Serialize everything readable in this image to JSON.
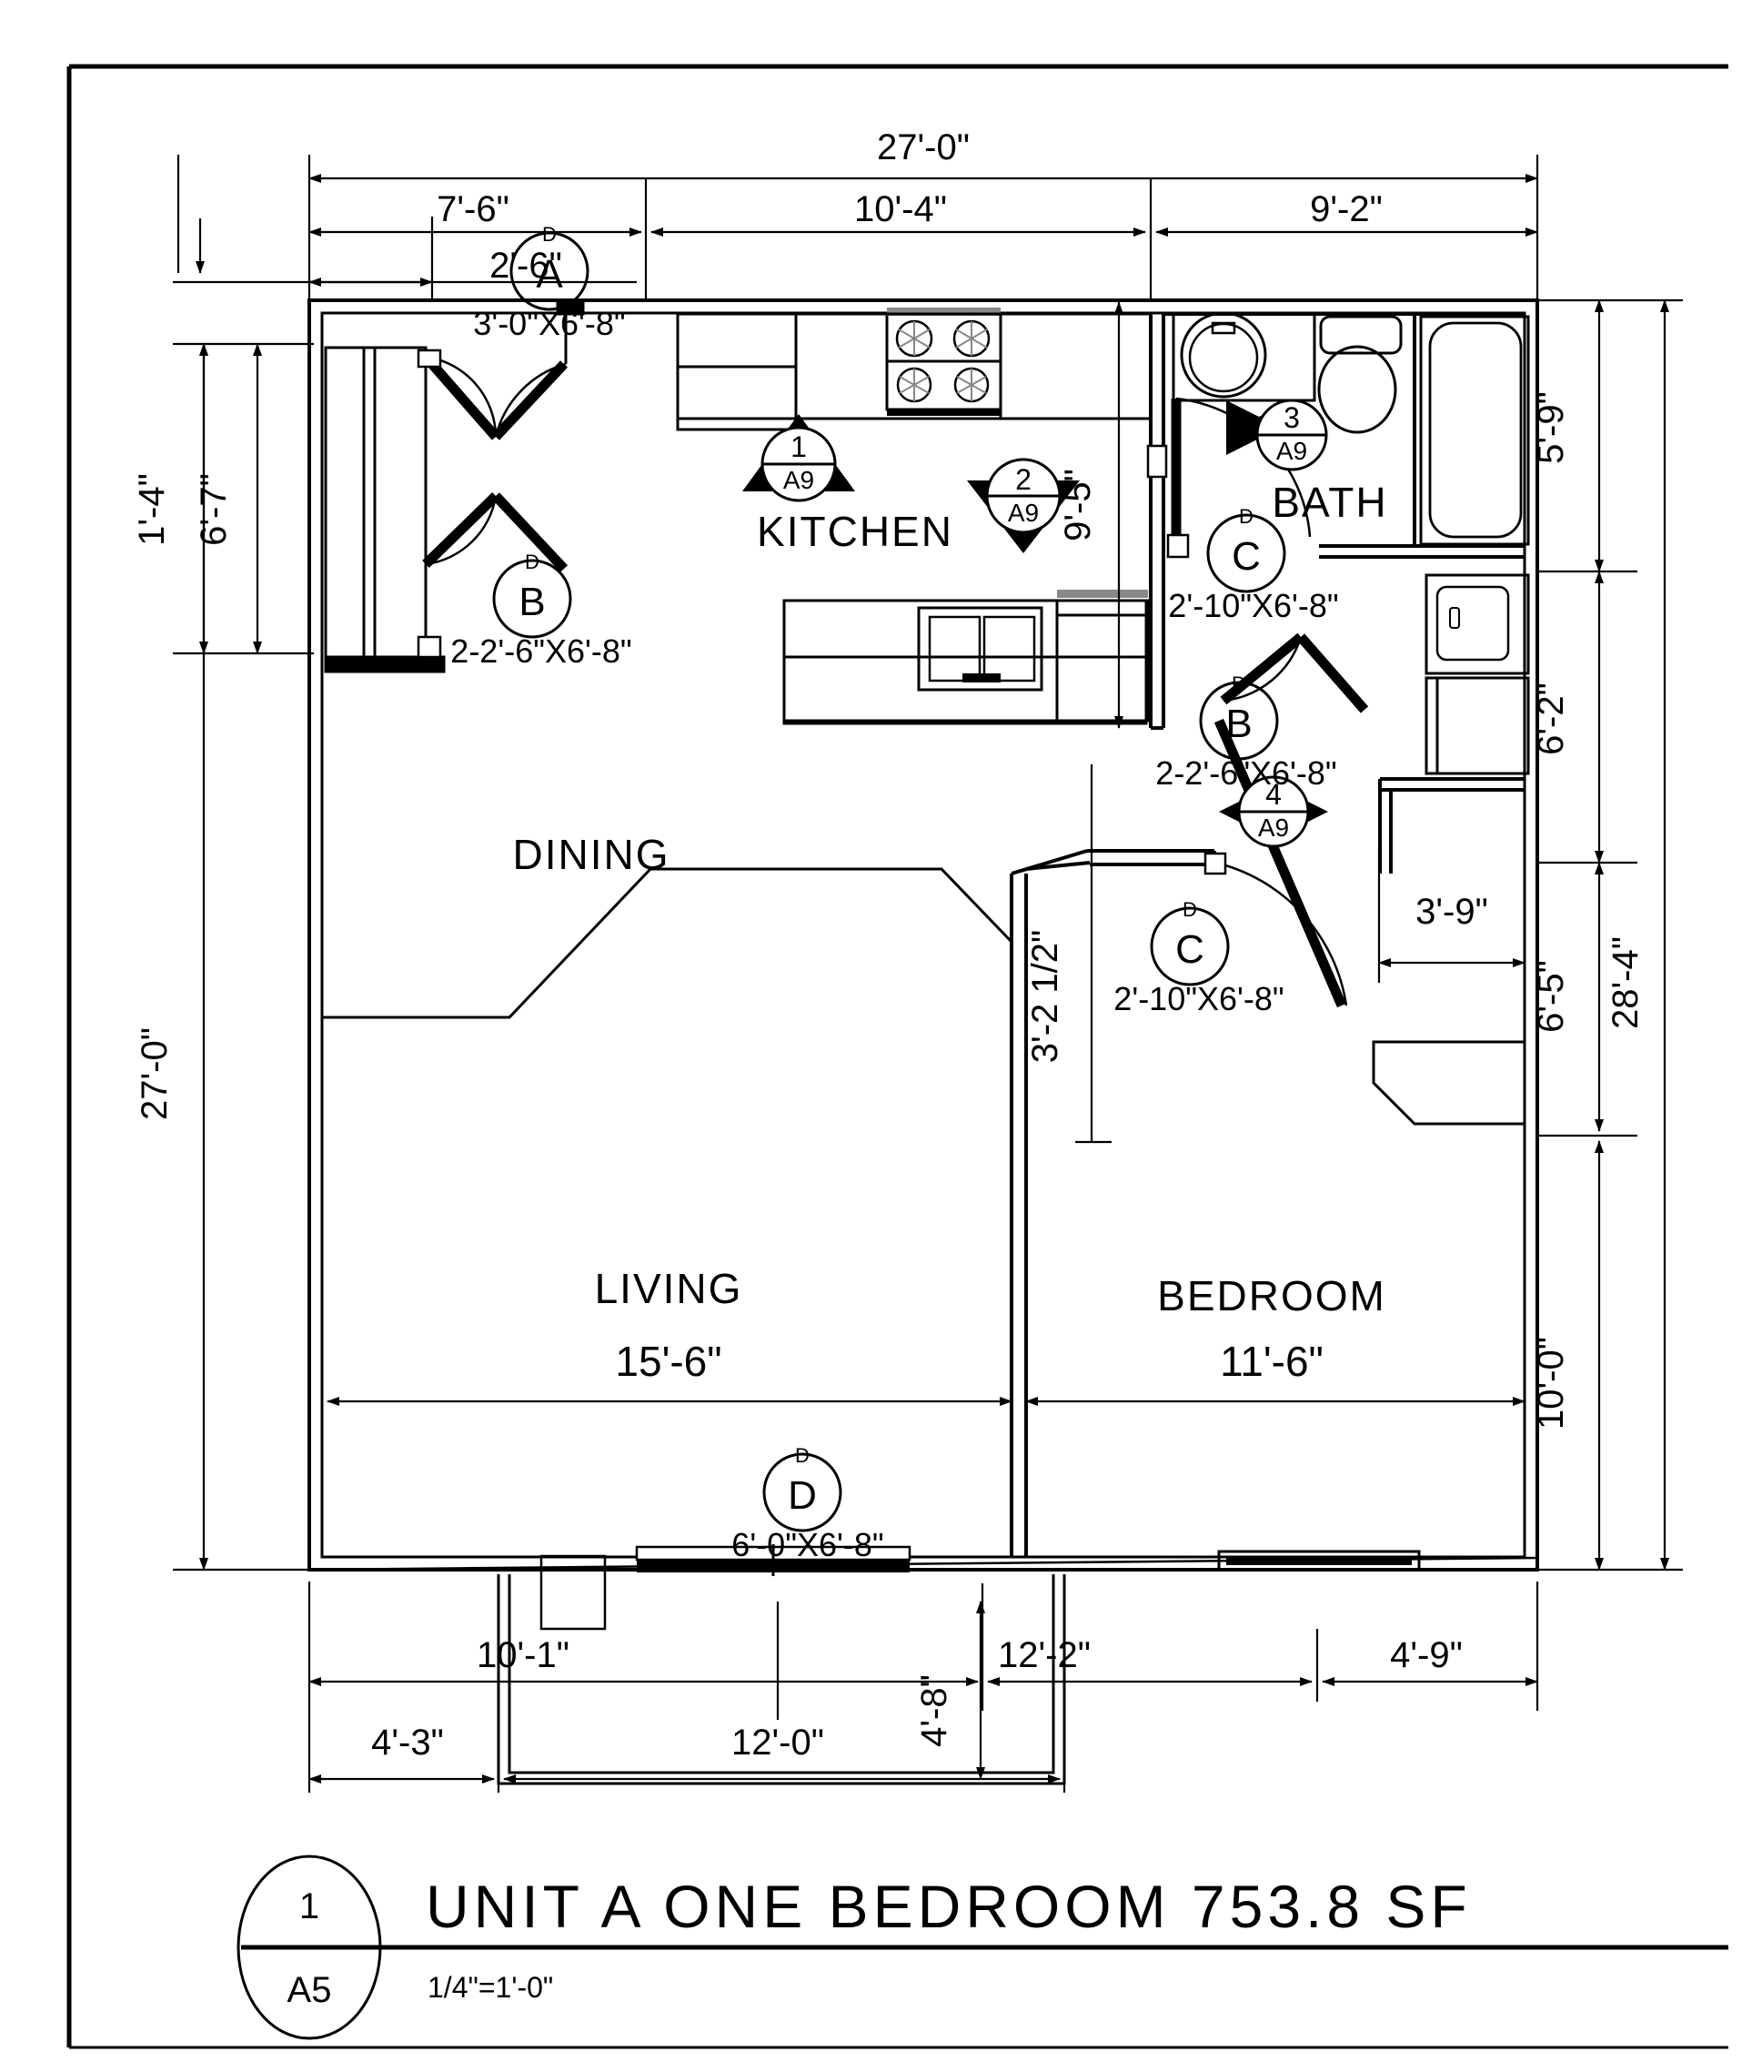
{
  "sheet": {
    "border_label": "drawing-sheet-border"
  },
  "title_block": {
    "detail_number": "1",
    "sheet_number": "A5",
    "title": "UNIT A ONE BEDROOM 753.8 SF",
    "scale": "1/4\"=1'-0\""
  },
  "rooms": [
    {
      "name": "KITCHEN"
    },
    {
      "name": "BATH"
    },
    {
      "name": "DINING"
    },
    {
      "name": "LIVING",
      "dimension": "15'-6\""
    },
    {
      "name": "BEDROOM",
      "dimension": "11'-6\""
    }
  ],
  "dimensions": {
    "top": {
      "overall": "27'-0\"",
      "chain": [
        "7'-6\"",
        "10'-4\"",
        "9'-2\""
      ],
      "door_offset": "2'-6\""
    },
    "left": {
      "overall": "27'-0\"",
      "chain": [
        "1'-4\"",
        "6'-7\""
      ]
    },
    "right": {
      "overall": "28'-4\"",
      "chain": [
        "5'-9\"",
        "6'-2\"",
        "6'-5\"",
        "10'-0\""
      ]
    },
    "bottom": {
      "chain_upper": [
        "10'-1\"",
        "12'-2\"",
        "4'-9\""
      ],
      "chain_lower": [
        "4'-3\"",
        "12'-0\"",
        "4'-8\""
      ]
    },
    "interior": {
      "kitchen_depth": "9'-5\"",
      "angled_wall": "3'-2 1/2\"",
      "closet_width": "3'-9\"",
      "living_width": "15'-6\"",
      "bedroom_width": "11'-6\""
    }
  },
  "door_tags": [
    {
      "mark": "A",
      "superscript": "D",
      "size": "3'-0\"X6'-8\""
    },
    {
      "mark": "B",
      "superscript": "D",
      "size": "2-2'-6\"X6'-8\""
    },
    {
      "mark": "C",
      "superscript": "D",
      "size": "2'-10\"X6'-8\""
    },
    {
      "mark": "B",
      "superscript": "D",
      "size": "2-2'-6\"X6'-8\""
    },
    {
      "mark": "C",
      "superscript": "D",
      "size": "2'-10\"X6'-8\""
    },
    {
      "mark": "D",
      "superscript": "D",
      "size": "6'-0\"X6'-8\""
    }
  ],
  "section_markers": [
    {
      "number": "1",
      "sheet": "A9",
      "direction": "up"
    },
    {
      "number": "2",
      "sheet": "A9",
      "direction": "down"
    },
    {
      "number": "3",
      "sheet": "A9",
      "direction": "right"
    },
    {
      "number": "4",
      "sheet": "A9",
      "direction": "right"
    }
  ],
  "fixtures": [
    {
      "name": "range-cooktop"
    },
    {
      "name": "kitchen-counter"
    },
    {
      "name": "kitchen-sink"
    },
    {
      "name": "refrigerator"
    },
    {
      "name": "bathroom-sink"
    },
    {
      "name": "toilet"
    },
    {
      "name": "bathtub"
    },
    {
      "name": "washer-dryer-stack"
    },
    {
      "name": "water-heater"
    },
    {
      "name": "coat-closet"
    },
    {
      "name": "sliding-glass-door"
    },
    {
      "name": "balcony"
    }
  ],
  "colors": {
    "line": "#000000",
    "background": "#ffffff"
  }
}
